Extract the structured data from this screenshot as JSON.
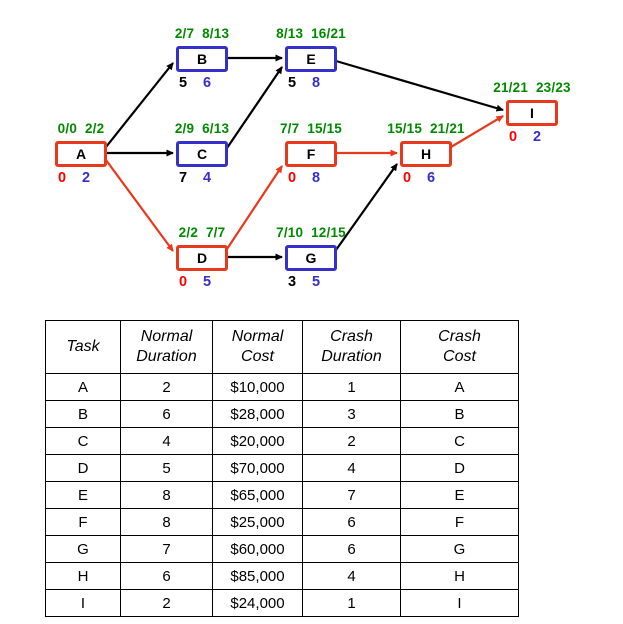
{
  "colors": {
    "critical": "#e8391c",
    "normal": "#3530c8",
    "early_late": "#008a00",
    "slack_critical": "#ff0000",
    "slack_normal": "#000000",
    "duration": "#3530c8",
    "edge_black": "#000000"
  },
  "diagram": {
    "nodes": [
      {
        "id": "A",
        "label": "A",
        "critical": true,
        "early_late": "0/0  2/2",
        "slack": "0",
        "duration": "2"
      },
      {
        "id": "B",
        "label": "B",
        "critical": false,
        "early_late": "2/7  8/13",
        "slack": "5",
        "duration": "6"
      },
      {
        "id": "C",
        "label": "C",
        "critical": false,
        "early_late": "2/9  6/13",
        "slack": "7",
        "duration": "4"
      },
      {
        "id": "D",
        "label": "D",
        "critical": true,
        "early_late": "2/2  7/7",
        "slack": "0",
        "duration": "5"
      },
      {
        "id": "E",
        "label": "E",
        "critical": false,
        "early_late": "8/13  16/21",
        "slack": "5",
        "duration": "8"
      },
      {
        "id": "F",
        "label": "F",
        "critical": true,
        "early_late": "7/7  15/15",
        "slack": "0",
        "duration": "8"
      },
      {
        "id": "G",
        "label": "G",
        "critical": false,
        "early_late": "7/10  12/15",
        "slack": "3",
        "duration": "5"
      },
      {
        "id": "H",
        "label": "H",
        "critical": true,
        "early_late": "15/15  21/21",
        "slack": "0",
        "duration": "6"
      },
      {
        "id": "I",
        "label": "I",
        "critical": true,
        "early_late": "21/21  23/23",
        "slack": "0",
        "duration": "2"
      }
    ],
    "edges": [
      {
        "from": "A",
        "to": "B",
        "critical": false
      },
      {
        "from": "A",
        "to": "C",
        "critical": false
      },
      {
        "from": "A",
        "to": "D",
        "critical": true
      },
      {
        "from": "B",
        "to": "E",
        "critical": false
      },
      {
        "from": "C",
        "to": "E",
        "critical": false
      },
      {
        "from": "D",
        "to": "F",
        "critical": true
      },
      {
        "from": "D",
        "to": "G",
        "critical": false
      },
      {
        "from": "F",
        "to": "H",
        "critical": true
      },
      {
        "from": "G",
        "to": "H",
        "critical": false
      },
      {
        "from": "E",
        "to": "I",
        "critical": false
      },
      {
        "from": "H",
        "to": "I",
        "critical": true
      }
    ]
  },
  "table": {
    "headers": [
      "Task",
      "Normal\nDuration",
      "Normal\nCost",
      "Crash\nDuration",
      "Crash\nCost"
    ],
    "rows": [
      {
        "task": "A",
        "normal_duration": "2",
        "normal_cost": "$10,000",
        "crash_duration": "1",
        "crash_cost": "A"
      },
      {
        "task": "B",
        "normal_duration": "6",
        "normal_cost": "$28,000",
        "crash_duration": "3",
        "crash_cost": "B"
      },
      {
        "task": "C",
        "normal_duration": "4",
        "normal_cost": "$20,000",
        "crash_duration": "2",
        "crash_cost": "C"
      },
      {
        "task": "D",
        "normal_duration": "5",
        "normal_cost": "$70,000",
        "crash_duration": "4",
        "crash_cost": "D"
      },
      {
        "task": "E",
        "normal_duration": "8",
        "normal_cost": "$65,000",
        "crash_duration": "7",
        "crash_cost": "E"
      },
      {
        "task": "F",
        "normal_duration": "8",
        "normal_cost": "$25,000",
        "crash_duration": "6",
        "crash_cost": "F"
      },
      {
        "task": "G",
        "normal_duration": "7",
        "normal_cost": "$60,000",
        "crash_duration": "6",
        "crash_cost": "G"
      },
      {
        "task": "H",
        "normal_duration": "6",
        "normal_cost": "$85,000",
        "crash_duration": "4",
        "crash_cost": "H"
      },
      {
        "task": "I",
        "normal_duration": "2",
        "normal_cost": "$24,000",
        "crash_duration": "1",
        "crash_cost": "I"
      }
    ]
  }
}
